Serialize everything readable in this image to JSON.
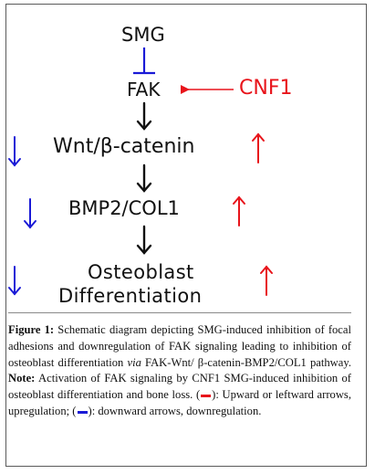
{
  "nodes": {
    "smg": "SMG",
    "fak": "FAK",
    "cnf1": "CNF1",
    "wnt": "Wnt/β-catenin",
    "bmp2": "BMP2/COL1",
    "osteo_line1": "Osteoblast",
    "osteo_line2": "Differentiation"
  },
  "caption": {
    "figure_label": "Figure 1:",
    "text_1": " Schematic diagram depicting SMG-induced inhibition of focal adhesions and downregulation of FAK signaling leading to inhibition of osteoblast differentiation ",
    "via": "via",
    "text_2": " FAK-Wnt/ β-catenin-BMP2/COL1 pathway. ",
    "note_label": "Note:",
    "text_3": " Activation of FAK signaling by CNF1 SMG-induced inhibition of osteoblast differentiation and bone loss. (",
    "text_4": "): Upward or leftward arrows, upregulation; (",
    "text_5": "): downward arrows, downregulation."
  },
  "colors": {
    "red": "#e8141b",
    "blue": "#1a1ad6",
    "black": "#111111"
  }
}
